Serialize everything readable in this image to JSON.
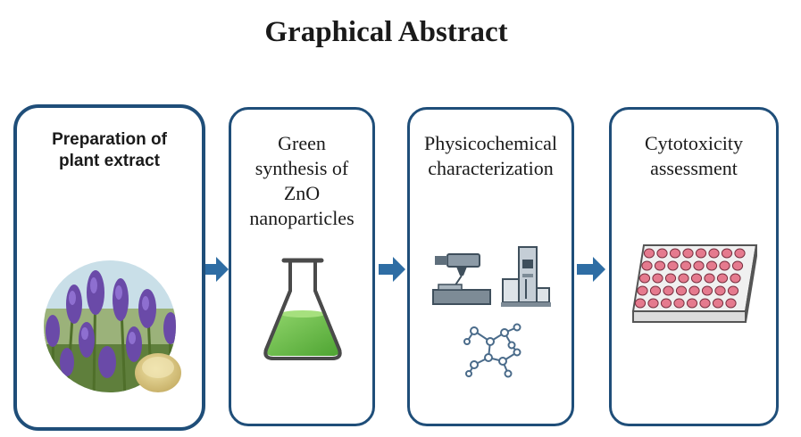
{
  "title": "Graphical Abstract",
  "colors": {
    "border": "#1f4e79",
    "arrow": "#2e6da4",
    "flask_liquid": "#6cc04a",
    "well": "#e57a8e"
  },
  "steps": [
    {
      "lines": [
        "Preparation of",
        "plant extract"
      ],
      "icon": "plant-photo-icon"
    },
    {
      "lines": [
        "Green",
        "synthesis of",
        "ZnO",
        "nanoparticles"
      ],
      "icon": "flask-icon"
    },
    {
      "lines": [
        "Physicochemical",
        "characterization"
      ],
      "icon": "microscope-icon"
    },
    {
      "lines": [
        "Cytotoxicity",
        "assessment"
      ],
      "icon": "well-plate-icon"
    }
  ]
}
